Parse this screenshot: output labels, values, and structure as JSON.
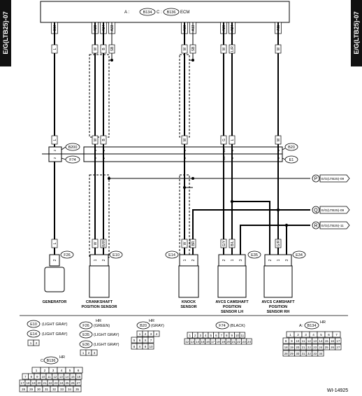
{
  "side_tabs": {
    "left": "E/G(LTB25)-07",
    "right": "E/G(LTB25)-07"
  },
  "ecm": {
    "label": "ECM",
    "prefix_a": "A :",
    "conn_a": "B134",
    "prefix_c": "C :",
    "conn_c": "B136",
    "pins": [
      "C10",
      "A29",
      "A34",
      "A33",
      "A30",
      "A13",
      "A20",
      "A24",
      "A11"
    ]
  },
  "wire_colors": {
    "gen": [
      "L",
      "L",
      "L"
    ],
    "crank1": [
      "W",
      "W",
      "W"
    ],
    "crank2": [
      "B",
      "B",
      "W/R"
    ],
    "crank_shield": "SB",
    "knock1": [
      "W",
      "W",
      "W"
    ],
    "knock_shield": "SB",
    "lh1": [
      "W",
      "G",
      "G/Y"
    ],
    "lh2": [
      "L/R",
      "L",
      "B/L"
    ],
    "rh1": [
      "W",
      "W",
      "G/R"
    ],
    "rh_brown": "BR"
  },
  "inline_pins": {
    "gen": [
      "2",
      "2"
    ],
    "crank1": [
      "1",
      "1"
    ],
    "crank2": [
      "2",
      "2"
    ],
    "knock": [
      "6",
      "6"
    ],
    "lh1": [
      "10",
      "10"
    ],
    "lh2": [
      "3",
      "3"
    ],
    "rh1": [
      "8",
      "8"
    ]
  },
  "connectors": {
    "b200": "B200",
    "f74": "F74",
    "b20": "B20",
    "e1": "E1",
    "f26": "F26",
    "e10": "E10",
    "e14": "E14",
    "e35": "E35",
    "e34": "E34"
  },
  "refs": [
    {
      "letter": "P",
      "target": "E/G(LTB25)-09"
    },
    {
      "letter": "Q",
      "target": "E/G(LTB25)-09"
    },
    {
      "letter": "R",
      "target": "E/G(LTB25)-11"
    }
  ],
  "device_pins": {
    "gen": "2",
    "crank": [
      "1",
      "2"
    ],
    "knock": [
      "1",
      "2"
    ],
    "lh": [
      "2",
      "1",
      "3"
    ],
    "rh": [
      "2",
      "1",
      "3"
    ]
  },
  "devices": {
    "generator": "GENERATOR",
    "crank": [
      "CRANKSHAFT",
      "POSITION SENSOR"
    ],
    "knock": [
      "KNOCK",
      "SENSOR"
    ],
    "lh": [
      "AVCS CAMSHAFT",
      "POSITION",
      "SENSOR LH"
    ],
    "rh": [
      "AVCS CAMSHAFT",
      "POSITION",
      "SENSOR RH"
    ]
  },
  "legend": {
    "e10": "E10",
    "e10_color": "(LIGHT GRAY)",
    "e14": "E14",
    "e14_color": "(LIGHT GRAY)",
    "f26": "F26",
    "f26_color": "(GREEN)",
    "f26_hr": "HR",
    "e35": "E35",
    "e35_color": "(LIGHT GRAY)",
    "e36": "E36",
    "e36_color": "(LIGHT GRAY)",
    "b20": "B20",
    "b20_color": "(GRAY)",
    "b20_hr": "HR",
    "f74": "F74",
    "f74_color": "(BLACK)",
    "a_prefix": "A:",
    "b134": "B134",
    "b134_hr": "HR",
    "c_prefix": "C:",
    "b136": "B136",
    "b136_hr": "HR",
    "grid_e14": [
      "1",
      "2"
    ],
    "grid_e36": [
      "1",
      "2",
      "3"
    ],
    "grid_b20_r1": [
      "1",
      "2",
      "3",
      "4"
    ],
    "grid_b20_r2": [
      "5",
      "6",
      "X",
      "7"
    ],
    "grid_b20_r3": [
      "8",
      "X",
      "9",
      "10"
    ],
    "grid_f74_r1": [
      "1",
      "2",
      "3",
      "4",
      "5",
      "6",
      "7",
      "8",
      "9",
      "10",
      "11"
    ],
    "grid_f74_r2": [
      "12",
      "13",
      "14",
      "15",
      "16",
      "17",
      "18",
      "19",
      "20",
      "21",
      "22",
      "23",
      "24"
    ],
    "grid_b134_r1": [
      "1",
      "2",
      "3",
      "4",
      "5",
      "6",
      "7"
    ],
    "grid_b134_r2": [
      "8",
      "9",
      "10",
      "11",
      "12",
      "13",
      "14",
      "15",
      "16",
      "17"
    ],
    "grid_b134_r3": [
      "18",
      "19",
      "20",
      "21",
      "22",
      "23",
      "24",
      "25",
      "26",
      "27"
    ],
    "grid_b134_r4": [
      "28",
      "29",
      "30",
      "31",
      "32",
      "33",
      "34"
    ],
    "grid_b136_r1": [
      "1",
      "2",
      "3",
      "4",
      "5",
      "6"
    ],
    "grid_b136_r2": [
      "7",
      "8",
      "9",
      "10",
      "11",
      "12",
      "13",
      "14",
      "15",
      "16"
    ],
    "grid_b136_r3": [
      "17",
      "18",
      "19",
      "20",
      "21",
      "22",
      "23",
      "24",
      "25",
      "26",
      "27"
    ],
    "grid_b136_r4": [
      "28",
      "29",
      "30",
      "31",
      "32",
      "33",
      "34",
      "35"
    ]
  },
  "figure_id": "WI-14925"
}
